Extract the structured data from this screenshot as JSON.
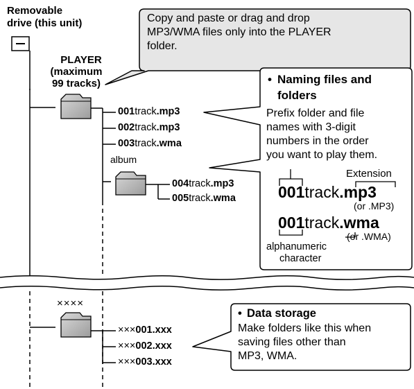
{
  "drive": {
    "label_line1": "Removable",
    "label_line2": "drive (this unit)"
  },
  "player": {
    "label_line1": "PLAYER",
    "label_line2": "(maximum",
    "label_line3": "99 tracks)"
  },
  "callout_copy": {
    "line1": "Copy and paste or drag and drop",
    "line2": "MP3/WMA files only into the PLAYER",
    "line3": "folder."
  },
  "player_files": [
    {
      "num": "001",
      "name": "track",
      "ext": ".mp3"
    },
    {
      "num": "002",
      "name": "track",
      "ext": ".mp3"
    },
    {
      "num": "003",
      "name": "track",
      "ext": ".wma"
    }
  ],
  "album": {
    "label": "album",
    "files": [
      {
        "num": "004",
        "name": "track",
        "ext": ".mp3"
      },
      {
        "num": "005",
        "name": "track",
        "ext": ".wma"
      }
    ]
  },
  "naming": {
    "bullet": "•",
    "title_line1": "Naming files and",
    "title_line2": "folders",
    "desc_line1": "Prefix folder and file",
    "desc_line2": "names with 3-digit",
    "desc_line3": "numbers in the order",
    "desc_line4": "you want to play them.",
    "extension_label": "Extension",
    "example1": {
      "num": "001",
      "name": "track",
      "ext": ".mp3",
      "alt": "(or .MP3)"
    },
    "example2": {
      "num": "001",
      "name": "track",
      "ext": ".wma",
      "alt": "(or .WMA)"
    },
    "char_label_line1": "alphanumeric",
    "char_label_line2": "character"
  },
  "other_folder": {
    "label": "××××",
    "files": [
      {
        "prefix": "×××",
        "num": "001",
        "ext": ".xxx"
      },
      {
        "prefix": "×××",
        "num": "002",
        "ext": ".xxx"
      },
      {
        "prefix": "×××",
        "num": "003",
        "ext": ".xxx"
      }
    ]
  },
  "data_storage": {
    "bullet": "•",
    "title": "Data storage",
    "line1": "Make folders like this when",
    "line2": "saving files other than",
    "line3": "MP3, WMA."
  },
  "colors": {
    "callout_gray": "#e6e6e6",
    "folder_gray": "#b8b8b8",
    "line": "#000000"
  }
}
